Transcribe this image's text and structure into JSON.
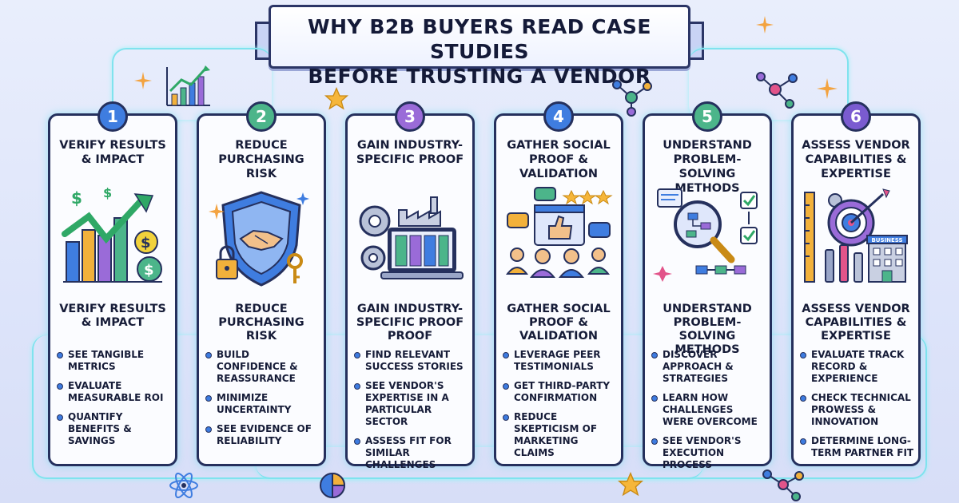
{
  "title": {
    "line1": "WHY B2B BUYERS READ CASE STUDIES",
    "line2": "BEFORE TRUSTING A VENDOR"
  },
  "colors": {
    "badges": [
      "#3f7de0",
      "#4cb58a",
      "#9a6bd8",
      "#3f7de0",
      "#4cb58a",
      "#7a5bd0"
    ]
  },
  "cards": [
    {
      "number": "1",
      "heading": "VERIFY RESULTS & IMPACT",
      "art_icon": "growth-chart-money-icon",
      "subheading": "VERIFY RESULTS & IMPACT",
      "bullets": [
        "SEE TANGIBLE METRICS",
        "EVALUATE MEASURABLE ROI",
        "QUANTIFY BENEFITS & SAVINGS"
      ]
    },
    {
      "number": "2",
      "heading": "REDUCE PURCHASING RISK",
      "art_icon": "shield-handshake-icon",
      "subheading": "REDUCE PURCHASING RISK",
      "bullets": [
        "BUILD CONFIDENCE & REASSURANCE",
        "MINIMIZE UNCERTAINTY",
        "SEE EVIDENCE OF RELIABILITY"
      ]
    },
    {
      "number": "3",
      "heading": "GAIN INDUSTRY-SPECIFIC PROOF",
      "art_icon": "factory-gears-icon",
      "subheading": "GAIN INDUSTRY-SPECIFIC PROOF PROOF",
      "bullets": [
        "FIND RELEVANT SUCCESS STORIES",
        "SEE VENDOR'S EXPERTISE IN A PARTICULAR SECTOR",
        "ASSESS FIT FOR SIMILAR CHALLENGES"
      ]
    },
    {
      "number": "4",
      "heading": "GATHER SOCIAL PROOF & VALIDATION",
      "art_icon": "social-proof-icon",
      "subheading": "GATHER SOCIAL PROOF & VALIDATION",
      "bullets": [
        "LEVERAGE PEER TESTIMONIALS",
        "GET THIRD-PARTY CONFIRMATION",
        "REDUCE SKEPTICISM OF MARKETING CLAIMS"
      ]
    },
    {
      "number": "5",
      "heading": "UNDERSTAND PROBLEM-SOLVING METHODS",
      "art_icon": "magnifier-flowchart-icon",
      "subheading": "UNDERSTAND PROBLEM-SOLVING METHODS",
      "bullets": [
        "DISCOVER APPROACH & STRATEGIES",
        "LEARN HOW CHALLENGES WERE OVERCOME",
        "SEE VENDOR'S EXECUTION PROCESS"
      ]
    },
    {
      "number": "6",
      "heading": "ASSESS VENDOR CAPABILITIES & EXPERTISE",
      "art_icon": "target-business-icon",
      "art_label": "BUSINESS",
      "subheading": "ASSESS VENDOR CAPABILITIES & EXPERTISE",
      "bullets": [
        "EVALUATE TRACK RECORD & EXPERIENCE",
        "CHECK TECHNICAL PROWESS & INNOVATION",
        "DETERMINE LONG-TERM PARTNER FIT"
      ]
    }
  ]
}
